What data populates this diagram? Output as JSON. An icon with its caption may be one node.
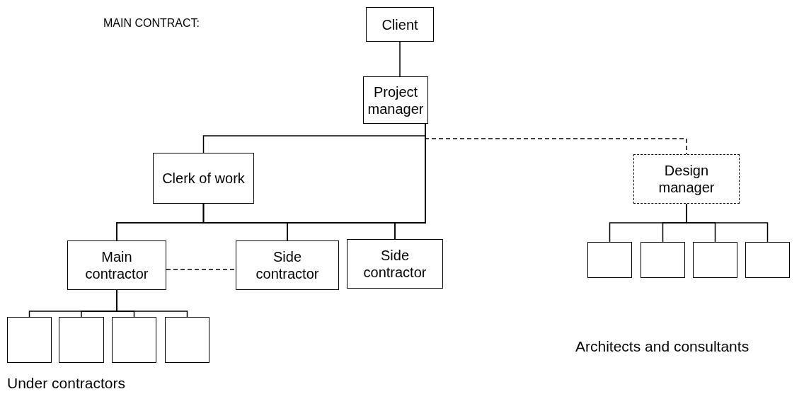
{
  "diagram": {
    "nodes": [
      {
        "text": [
          "Client"
        ]
      },
      {
        "text": [
          "Project manager"
        ]
      },
      {
        "text": [
          "Clerk of work"
        ]
      },
      {
        "text": [
          "Design manager"
        ]
      },
      {
        "text": [
          "Main contractor"
        ]
      },
      {
        "text": [
          "Side contractor"
        ]
      },
      {
        "text": [
          "Side contractor"
        ]
      },
      {
        "text": [],
        "shape": "box"
      },
      {
        "text": [],
        "shape": "box"
      },
      {
        "text": [],
        "shape": "box"
      },
      {
        "text": [],
        "shape": "box"
      },
      {
        "text": [],
        "shape": "box"
      },
      {
        "text": [],
        "shape": "box"
      },
      {
        "text": [],
        "shape": "box"
      },
      {
        "text": [],
        "shape": "box"
      }
    ],
    "edges": [
      {
        "from": 0,
        "to": 1,
        "arrow": "none"
      },
      {
        "from": 1,
        "to": 2,
        "arrow": "none"
      },
      {
        "from": 1,
        "to": 3,
        "arrow": "none",
        "style": "dashed"
      },
      {
        "from": 2,
        "to": 4,
        "arrow": "none"
      },
      {
        "from": 2,
        "to": 5,
        "arrow": "none"
      },
      {
        "from": 2,
        "to": 6,
        "arrow": "none"
      },
      {
        "from": 1,
        "to": 4,
        "arrow": "none"
      },
      {
        "from": 1,
        "to": 5,
        "arrow": "none"
      },
      {
        "from": 1,
        "to": 6,
        "arrow": "none"
      },
      {
        "from": 3,
        "to": 7,
        "arrow": "none"
      },
      {
        "from": 3,
        "to": 8,
        "arrow": "none"
      },
      {
        "from": 3,
        "to": 9,
        "arrow": "none"
      },
      {
        "from": 3,
        "to": 10,
        "arrow": "none"
      },
      {
        "from": 4,
        "to": 5,
        "arrow": "none",
        "style": "dashed"
      },
      {
        "from": 4,
        "to": 11,
        "arrow": "none"
      },
      {
        "from": 4,
        "to": 12,
        "arrow": "none"
      },
      {
        "from": 4,
        "to": 13,
        "arrow": "none"
      },
      {
        "from": 4,
        "to": 14,
        "arrow": "none"
      }
    ],
    "labels": [
      "MAIN CONTRACT:",
      "Architects and consultants",
      "Under contractors"
    ]
  }
}
